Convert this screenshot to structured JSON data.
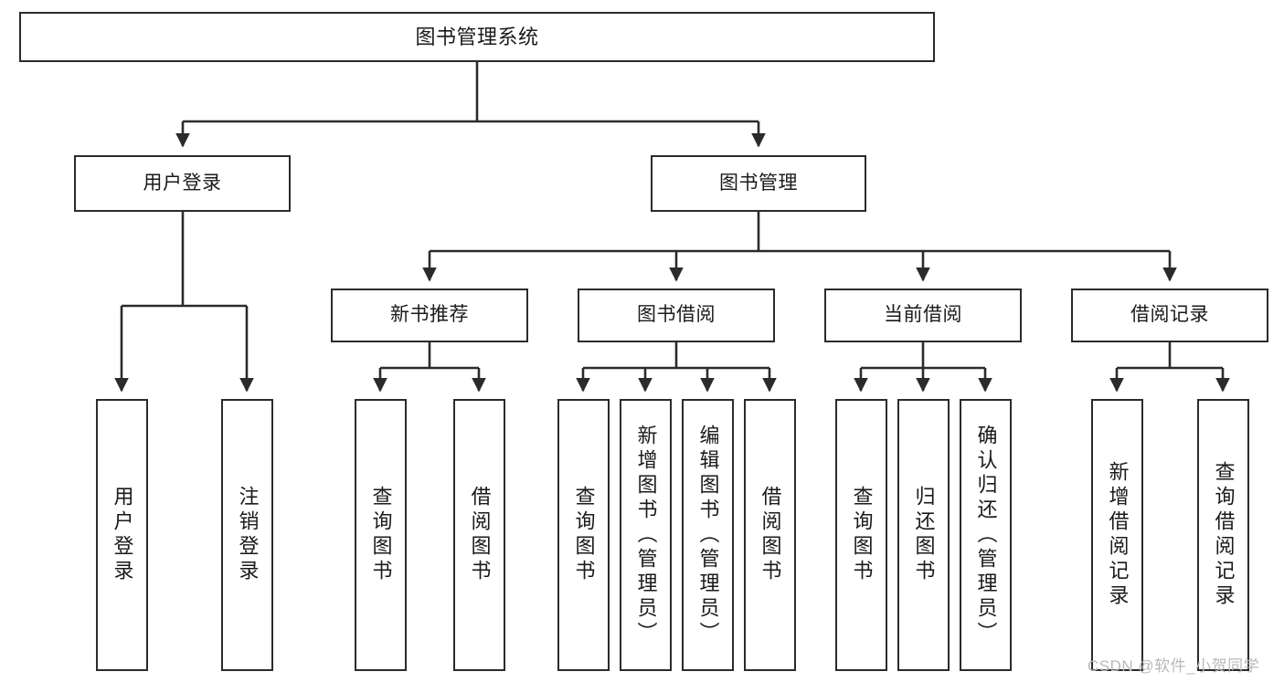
{
  "diagram": {
    "type": "hierarchy-tree",
    "title": "图书管理系统",
    "root": {
      "id": "root",
      "label": "图书管理系统"
    },
    "level2": [
      {
        "id": "user-login",
        "label": "用户登录"
      },
      {
        "id": "book-manage",
        "label": "图书管理"
      }
    ],
    "level3": [
      {
        "id": "new-book-rec",
        "label": "新书推荐",
        "parent": "book-manage"
      },
      {
        "id": "book-borrow",
        "label": "图书借阅",
        "parent": "book-manage"
      },
      {
        "id": "current-borrow",
        "label": "当前借阅",
        "parent": "book-manage"
      },
      {
        "id": "borrow-record",
        "label": "借阅记录",
        "parent": "book-manage"
      }
    ],
    "leaves": [
      {
        "id": "leaf-user-login",
        "label": "用户登录",
        "parent": "user-login"
      },
      {
        "id": "leaf-logout",
        "label": "注销登录",
        "parent": "user-login"
      },
      {
        "id": "leaf-query-book-1",
        "label": "查询图书",
        "parent": "new-book-rec"
      },
      {
        "id": "leaf-borrow-book-1",
        "label": "借阅图书",
        "parent": "new-book-rec"
      },
      {
        "id": "leaf-query-book-2",
        "label": "查询图书",
        "parent": "book-borrow"
      },
      {
        "id": "leaf-add-book",
        "label": "新增图书（管理员）",
        "parent": "book-borrow"
      },
      {
        "id": "leaf-edit-book",
        "label": "编辑图书（管理员）",
        "parent": "book-borrow"
      },
      {
        "id": "leaf-borrow-book-2",
        "label": "借阅图书",
        "parent": "book-borrow"
      },
      {
        "id": "leaf-query-book-3",
        "label": "查询图书",
        "parent": "current-borrow"
      },
      {
        "id": "leaf-return-book",
        "label": "归还图书",
        "parent": "current-borrow"
      },
      {
        "id": "leaf-confirm-return",
        "label": "确认归还（管理员）",
        "parent": "current-borrow"
      },
      {
        "id": "leaf-add-record",
        "label": "新增借阅记录",
        "parent": "borrow-record"
      },
      {
        "id": "leaf-query-record",
        "label": "查询借阅记录",
        "parent": "borrow-record"
      }
    ]
  },
  "watermark": {
    "text": "CSDN @软件_小贺同学"
  },
  "colors": {
    "stroke": "#2b2b2b",
    "background": "#ffffff",
    "text": "#1a1a1a",
    "watermark": "#b9b9b9"
  }
}
